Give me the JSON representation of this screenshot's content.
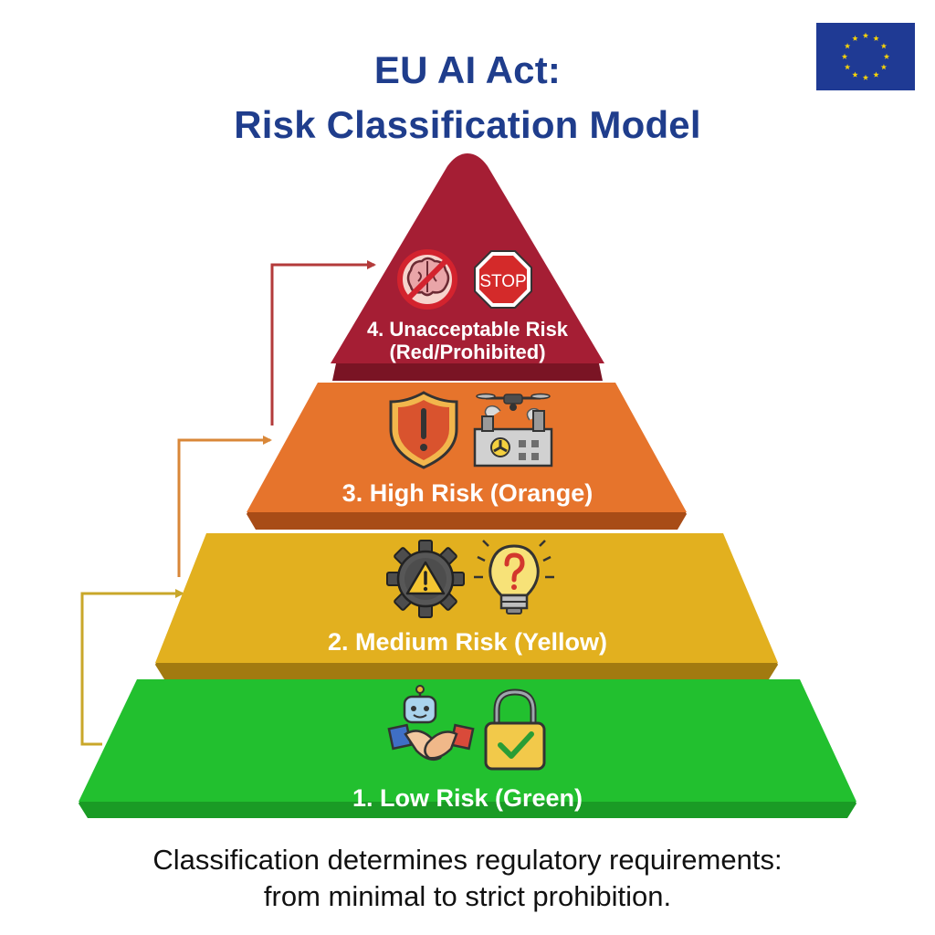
{
  "title": {
    "line1": "EU AI Act:",
    "line2": "Risk Classification Model"
  },
  "tiers": [
    {
      "name": "1. Low Risk (Green)",
      "color": "#22c02f",
      "icons": [
        "robot-handshake-icon",
        "padlock-check-icon"
      ]
    },
    {
      "name": "2. Medium Risk (Yellow)",
      "color": "#e2b01f",
      "icons": [
        "gear-warning-icon",
        "lightbulb-question-icon"
      ]
    },
    {
      "name": "3. High Risk (Orange)",
      "color": "#e6742c",
      "icons": [
        "shield-alert-icon",
        "drone-factory-icon"
      ]
    },
    {
      "name": "4. Unacceptable Risk",
      "subname": "(Red/Prohibited)",
      "color": "#a51e34",
      "icons": [
        "no-brain-icon",
        "stop-sign-icon"
      ],
      "stop_text": "STOP"
    }
  ],
  "caption": {
    "line1": "Classification determines regulatory requirements:",
    "line2": "from minimal to strict prohibition."
  },
  "colors": {
    "title": "#1f3d8c",
    "eu_blue": "#1f3a94",
    "eu_star": "#f5d20a"
  }
}
